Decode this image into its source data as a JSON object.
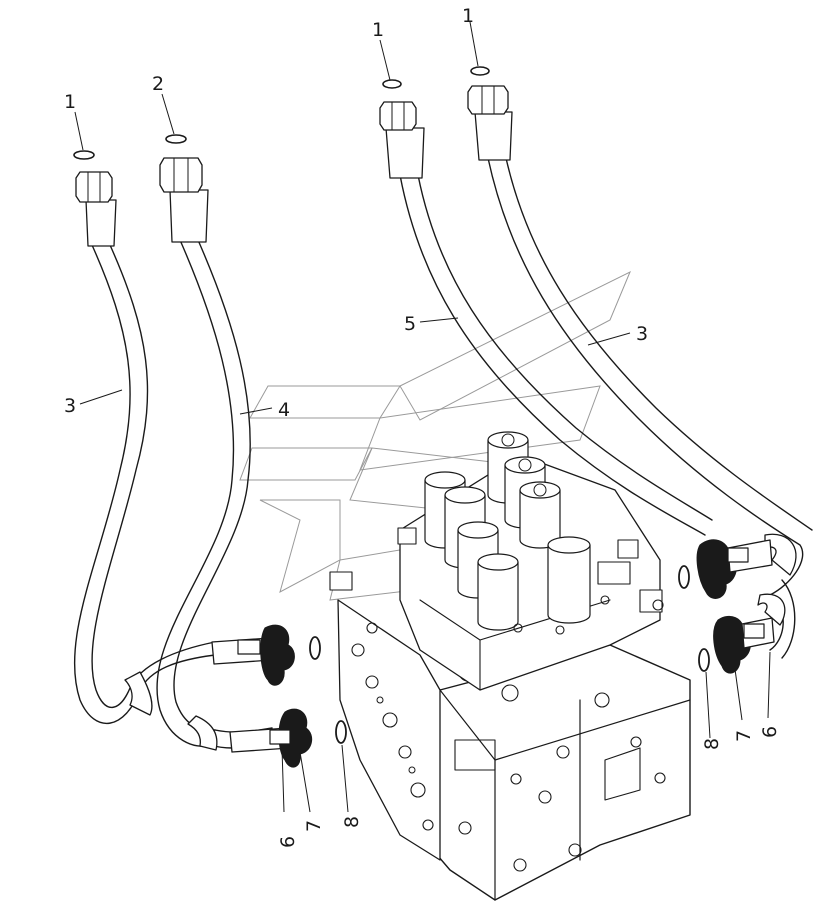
{
  "drawing": {
    "callouts": [
      {
        "id": "c-1-left",
        "label": "1"
      },
      {
        "id": "c-2",
        "label": "2"
      },
      {
        "id": "c-1-mid",
        "label": "1"
      },
      {
        "id": "c-1-right",
        "label": "1"
      },
      {
        "id": "c-3-left",
        "label": "3"
      },
      {
        "id": "c-4",
        "label": "4"
      },
      {
        "id": "c-5",
        "label": "5"
      },
      {
        "id": "c-3-right",
        "label": "3"
      },
      {
        "id": "c-6-bottom",
        "label": "6"
      },
      {
        "id": "c-7-bottom",
        "label": "7"
      },
      {
        "id": "c-8-bottom",
        "label": "8"
      },
      {
        "id": "c-8-right",
        "label": "8"
      },
      {
        "id": "c-7-right",
        "label": "7"
      },
      {
        "id": "c-6-right",
        "label": "6"
      }
    ]
  }
}
